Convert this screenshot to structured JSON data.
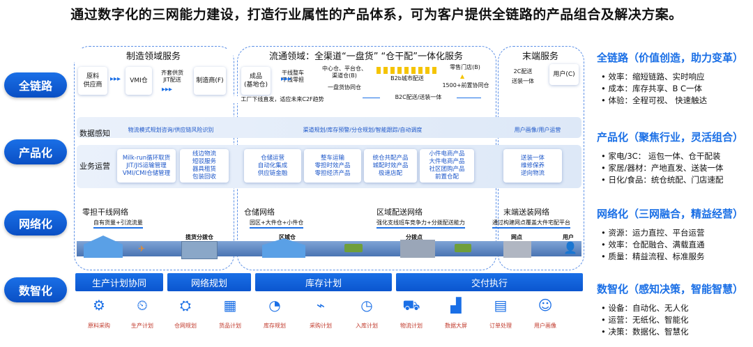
{
  "headline": "通过数字化的三网能力建设，打造行业属性的产品体系，可为客户提供全链路的产品组合及解决方案。",
  "left_pills": [
    "全链路",
    "产品化",
    "网络化",
    "数智化"
  ],
  "chain": {
    "sec1_title": "制造领域服务",
    "sec2_title": "流通领域：全渠道“一盘货” “仓干配”一体化服务",
    "sec3_title": "末端服务",
    "n_raw": "原料\n供应商",
    "n_vmi": "VMI仓",
    "t_jit": "齐套供货\nJIT配送",
    "n_mfr": "制造商(F)",
    "n_finished": "成品\n(基地仓)",
    "t_trunk": "干线整车\n干线零担",
    "t_center": "中心仓、平台仓、\n渠道仓(B)",
    "t_onestock": "一盘货协同仓",
    "t_b2b": "B2b城市配送",
    "t_store": "零售门店(B)",
    "t_front": "1500+前置协同仓",
    "t_2c": "2C配送",
    "t_install": "送装一体",
    "n_user": "用户(C)",
    "t_c2f": "工厂下线直发，适应未来C2F趋势",
    "t_b2c": "B2C配送/送装一体"
  },
  "perception": {
    "label": "数据感知",
    "items": [
      "物流模式规划咨询/供应链风险识别",
      "渠道规划/库存预警/分仓规划/智能跟踪/自动调度",
      "用户画像/用户运营"
    ]
  },
  "ops": {
    "label": "业务运营",
    "boxes": [
      "Milk-run循环取货\nJIT/JIS运输管理\nVMI/CMI仓储管理",
      "线边物流\n短驳服务\n器具租赁\n包装回收",
      "仓储运营\n自动化集成\n供应链金融",
      "整车运输\n零担时效产品\n零担经济产品",
      "统仓共配产品\n城配时效产品\n极速店配",
      "小件电商产品\n大件电商产品\n社区团购产品\n前置仓配",
      "送装一体\n维修保养\n逆向物流"
    ]
  },
  "network": {
    "t1": "零担干线网络",
    "s1": "自有货量+引流流量",
    "t2": "仓储网络",
    "s2": "园区+大件仓+小件仓",
    "t3": "区域配送网络",
    "s3": "强化支线班车竞争力+分拨配送能力",
    "t4": "末端送装网络",
    "s4": "通过构建网点覆盖大件宅配平台",
    "hub": "揽货分拨仓",
    "region": "区域仓",
    "split": "分拨点",
    "outlet": "网点",
    "user": "用户"
  },
  "bars": [
    "生产计划协同",
    "网络规划",
    "库存计划",
    "交付执行"
  ],
  "icons": [
    "原料采购",
    "生产计划",
    "仓网规划",
    "货品计划",
    "库存规划",
    "采购计划",
    "入库计划",
    "物流计划",
    "数据大屏",
    "订单处理",
    "用户画像"
  ],
  "right": [
    {
      "title": "全链路（价值创造，助力变革）",
      "items": [
        "效率：缩短链路、实时响应",
        "成本：库存共享、B C一体",
        "体验：全程可视、 快速触达"
      ]
    },
    {
      "title": "产品化（聚焦行业，灵活组合）",
      "items": [
        "家电/3C：  运包一体、仓干配装",
        "家居/器材：产地直发、送装一体",
        "日化/食品：统仓统配、门店速配"
      ]
    },
    {
      "title": "网络化（三网融合，精益经营）",
      "items": [
        "资源：运力直控、平台运营",
        "效率：仓配融合、满载直通",
        "质量：精益流程、标准服务"
      ]
    },
    {
      "title": "数智化（感知决策，智能智慧）",
      "items": [
        "设备：自动化、无人化",
        "运营：无纸化、智能化",
        "决策：数据化、智慧化"
      ]
    }
  ],
  "colors": {
    "accent": "#1a6fe6",
    "icon_label": "#c0392b"
  }
}
